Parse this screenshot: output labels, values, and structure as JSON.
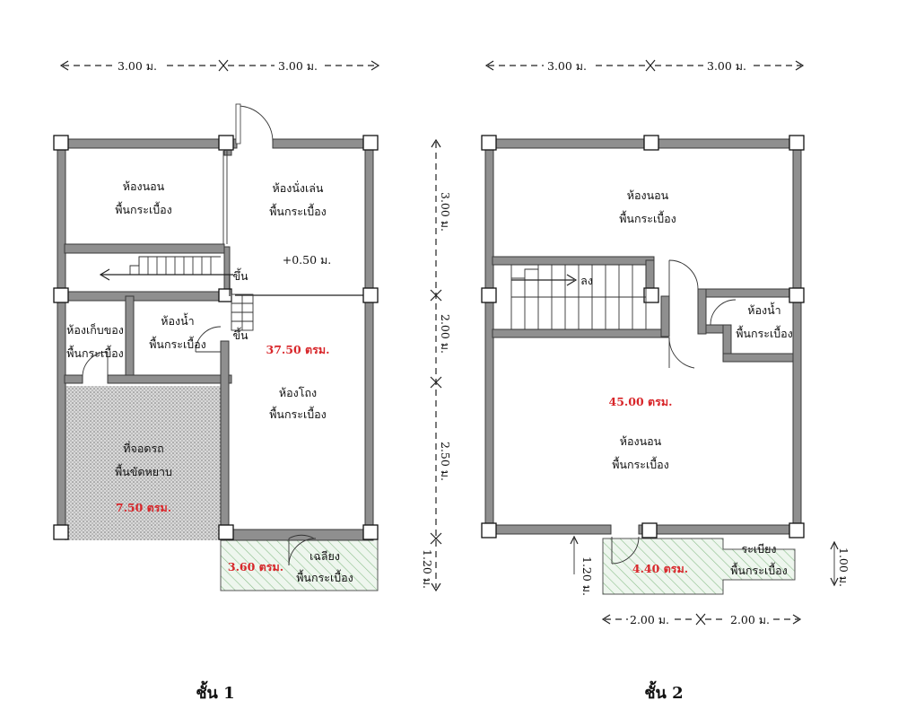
{
  "floor1": {
    "caption": "ชั้น 1",
    "dim_top_left": "3.00 ม.",
    "dim_top_right": "3.00 ม.",
    "rooms": {
      "bedroom": {
        "name": "ห้องนอน",
        "floor": "พื้นกระเบื้อง"
      },
      "living": {
        "name": "ห้องนั่งเล่น",
        "floor": "พื้นกระเบื้อง",
        "level": "+0.50 ม."
      },
      "storage": {
        "name": "ห้องเก็บของ",
        "floor": "พื้นกระเบื้อง"
      },
      "bathroom": {
        "name": "ห้องน้ำ",
        "floor": "พื้นกระเบื้อง"
      },
      "hall": {
        "name": "ห้องโถง",
        "floor": "พื้นกระเบื้อง",
        "area": "37.50 ตรม."
      },
      "parking": {
        "name": "ที่จอดรถ",
        "floor": "พื้นขัดหยาบ",
        "area": "7.50 ตรม."
      },
      "porch": {
        "name": "เฉลียง",
        "floor": "พื้นกระเบื้อง",
        "area": "3.60 ตรม."
      }
    },
    "stair_up_1": "ขึ้น",
    "stair_up_2": "ขึ้น"
  },
  "floor2": {
    "caption": "ชั้น 2",
    "dim_top_left": "3.00 ม.",
    "dim_top_right": "3.00 ม.",
    "dim_bottom_left": "2.00 ม.",
    "dim_bottom_right": "2.00 ม.",
    "dim_balcony_left": "1.20 ม.",
    "dim_balcony_right": "1.00 ม.",
    "rooms": {
      "bedroom_top": {
        "name": "ห้องนอน",
        "floor": "พื้นกระเบื้อง"
      },
      "bathroom": {
        "name": "ห้องน้ำ",
        "floor": "พื้นกระเบื้อง"
      },
      "bedroom_main": {
        "name": "ห้องนอน",
        "floor": "พื้นกระเบื้อง",
        "area": "45.00 ตรม."
      },
      "balcony": {
        "name": "ระเบียง",
        "floor": "พื้นกระเบื้อง",
        "area": "4.40 ตรม."
      }
    },
    "stair_down": "ลง"
  },
  "vertical_dims": {
    "d1": "3.00 ม.",
    "d2": "2.00 ม.",
    "d3": "2.50 ม.",
    "d4": "1.20 ม."
  }
}
